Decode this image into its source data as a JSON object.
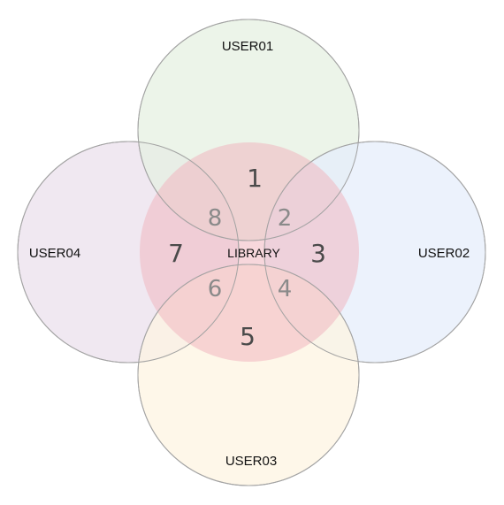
{
  "diagram": {
    "sets": [
      {
        "key": "user01",
        "label": "USER01",
        "fill": "#e6f0e2",
        "stroke": "#9a9a9a"
      },
      {
        "key": "user02",
        "label": "USER02",
        "fill": "#e5eefb",
        "stroke": "#9a9a9a"
      },
      {
        "key": "user03",
        "label": "USER03",
        "fill": "#fdf4e1",
        "stroke": "#9a9a9a"
      },
      {
        "key": "user04",
        "label": "USER04",
        "fill": "#ebe0ec",
        "stroke": "#9a9a9a"
      }
    ],
    "center": {
      "label": "LIBRARY",
      "fill": "#f1b6bf"
    },
    "regions": [
      {
        "id": "1",
        "label": "1"
      },
      {
        "id": "2",
        "label": "2"
      },
      {
        "id": "3",
        "label": "3"
      },
      {
        "id": "4",
        "label": "4"
      },
      {
        "id": "5",
        "label": "5"
      },
      {
        "id": "6",
        "label": "6"
      },
      {
        "id": "7",
        "label": "7"
      },
      {
        "id": "8",
        "label": "8"
      }
    ]
  }
}
